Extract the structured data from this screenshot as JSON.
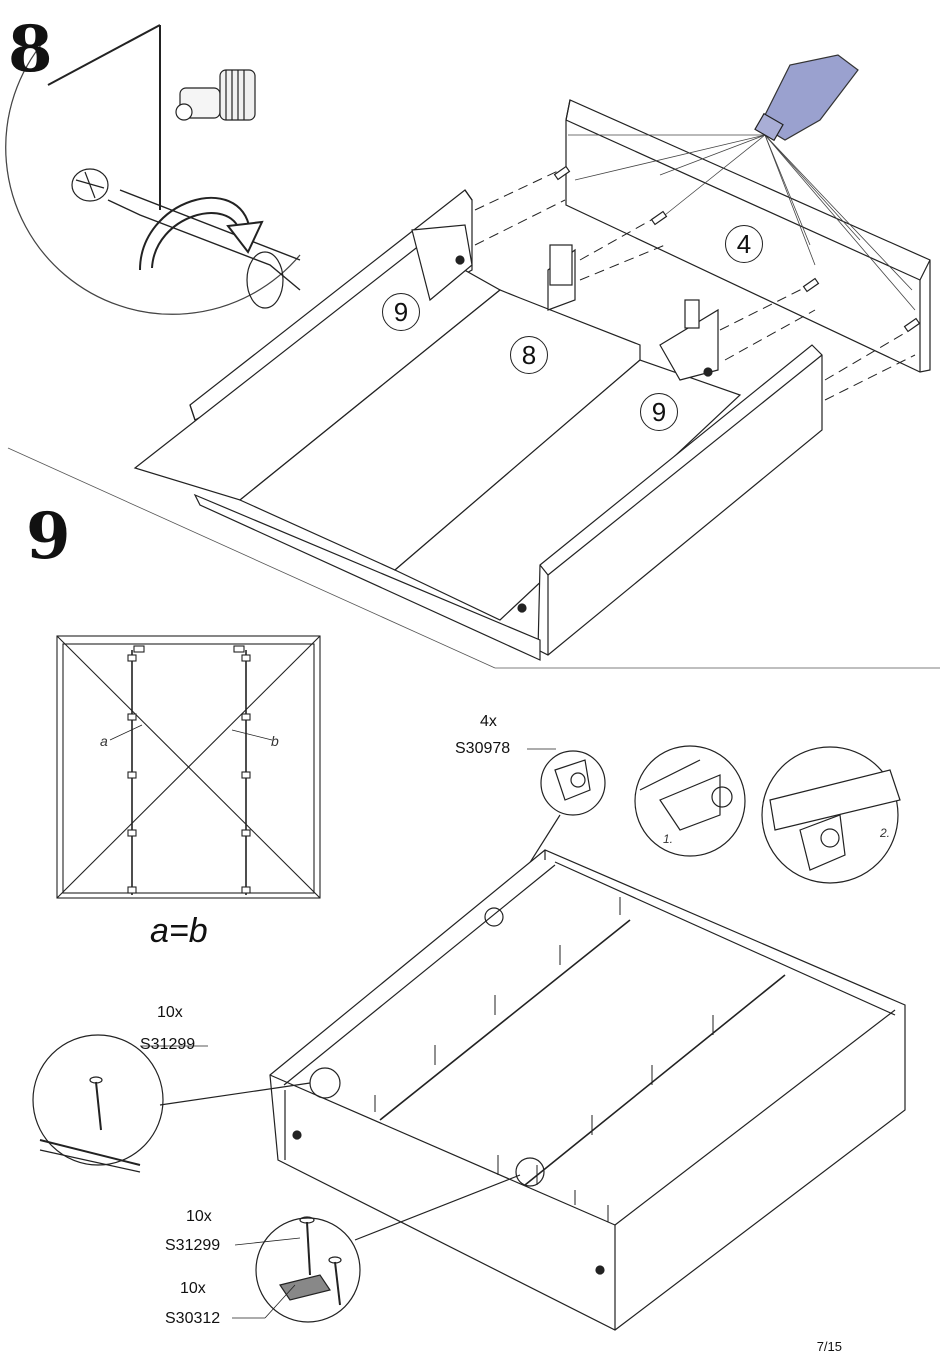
{
  "step8": {
    "number": "8",
    "callouts": {
      "part_left": "9",
      "part_center": "8",
      "part_right": "9",
      "part_back": "4"
    }
  },
  "step9": {
    "number": "9",
    "diagonal": {
      "label_a": "a",
      "label_b": "b",
      "equation": "a=b"
    },
    "bracket": {
      "qty": "4x",
      "code": "S30978",
      "sub1": "1.",
      "sub2": "2."
    },
    "nail_top": {
      "qty": "10x",
      "code": "S31299"
    },
    "nail_bottom": {
      "qty": "10x",
      "code": "S31299"
    },
    "clip": {
      "qty": "10x",
      "code": "S30312"
    }
  },
  "footer": {
    "page": "7/15"
  }
}
